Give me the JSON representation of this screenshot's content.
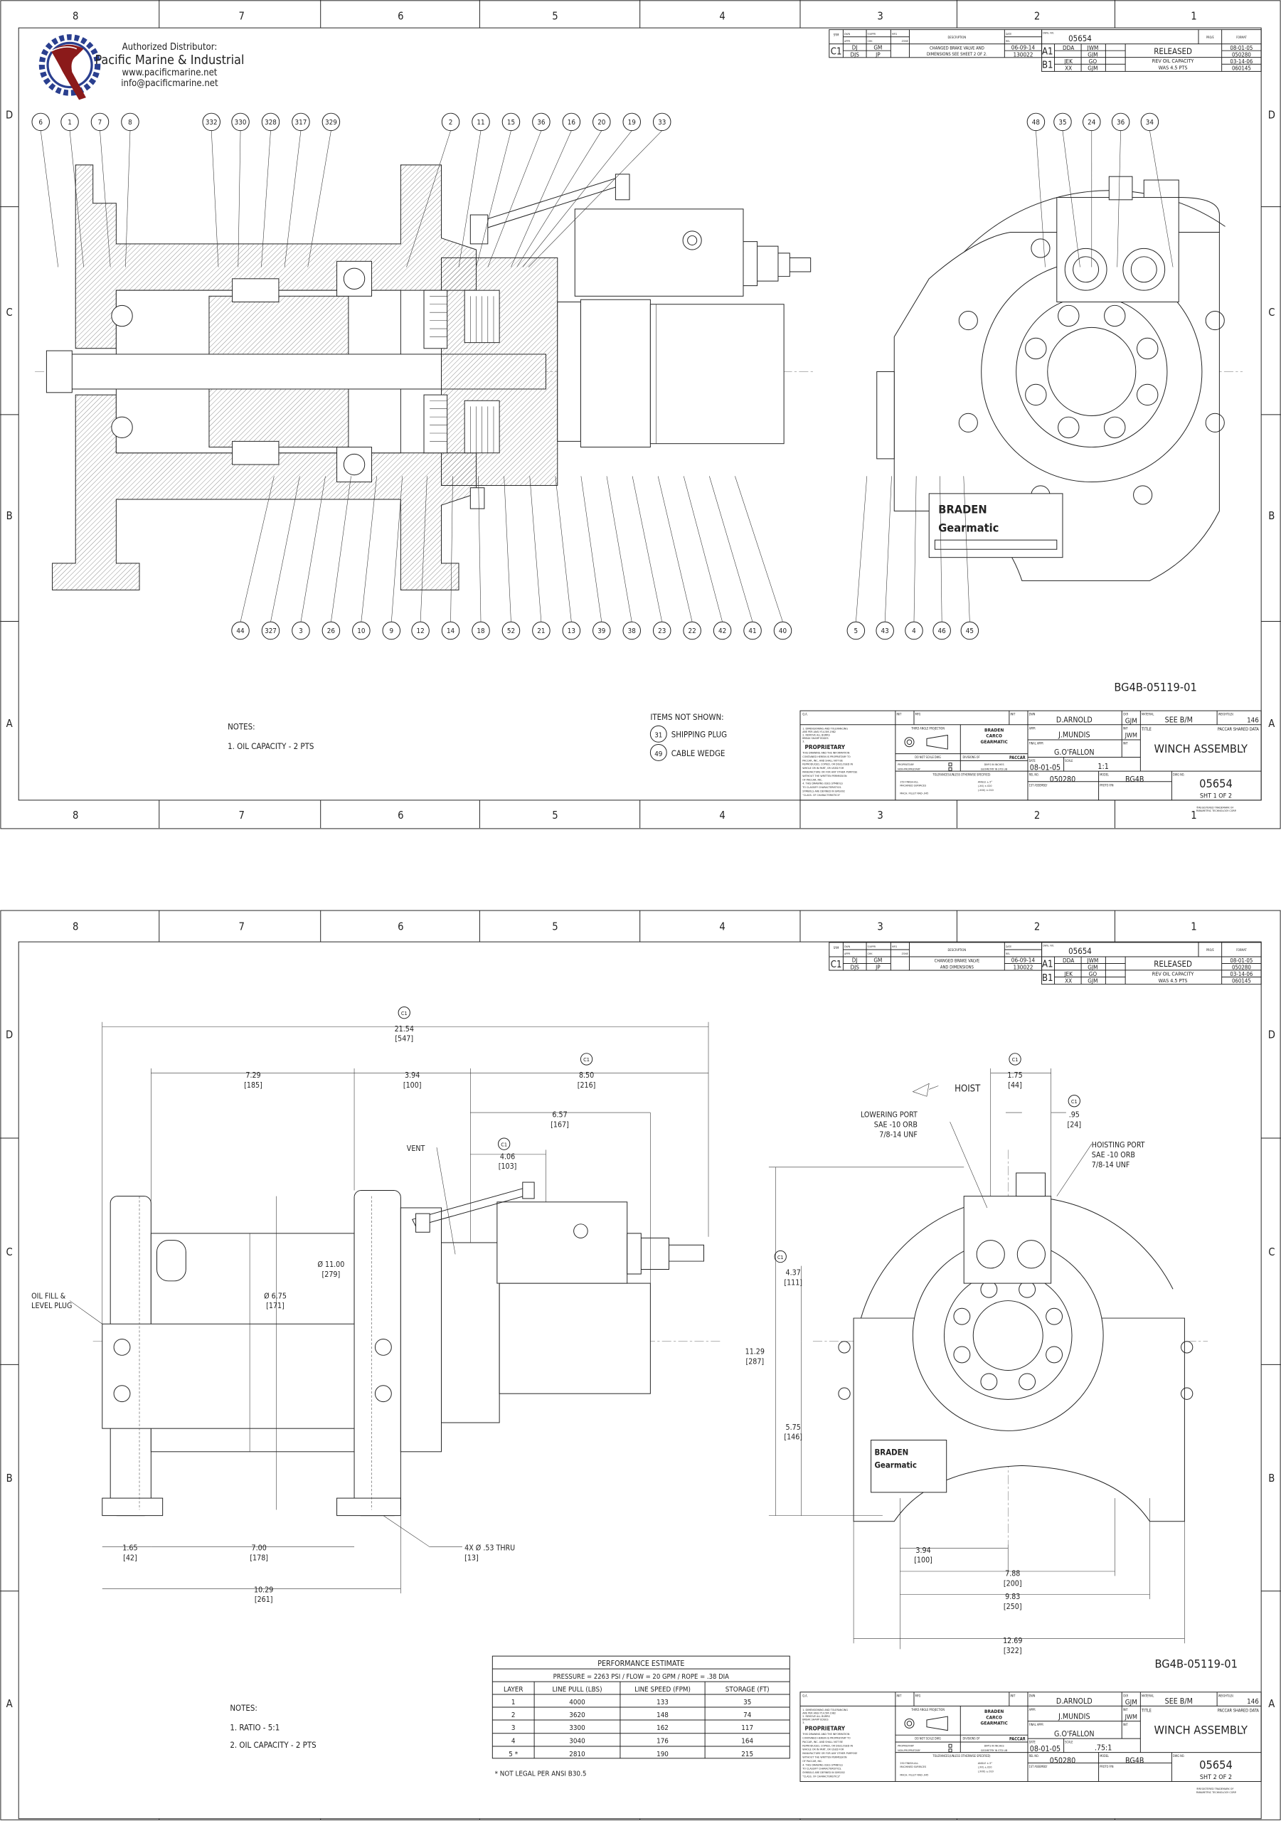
{
  "distributor": {
    "label": "Authorized Distributor:",
    "name": "Pacific Marine & Industrial",
    "web": "www.pacificmarine.net",
    "email": "info@pacificmarine.net"
  },
  "frame": {
    "columns": [
      "8",
      "7",
      "6",
      "5",
      "4",
      "3",
      "2",
      "1"
    ],
    "rows": [
      "D",
      "C",
      "B",
      "A"
    ]
  },
  "revisions": {
    "headers": {
      "sym": "SYM",
      "dwn": "DWN",
      "appr": "APPR",
      "fappr": "F/APPR",
      "chk": "CHK",
      "mfg": "MFG",
      "zone": "ZONE",
      "description": "DESCRIPTION",
      "date": "DATE",
      "rel": "REL",
      "dwg_no_label": "DWG. NO.",
      "proe": "PRO/E",
      "format": "FORMAT"
    },
    "dwg_no": "05654",
    "c1": {
      "sym": "C1",
      "dwn": "DJ",
      "appr": "DJS",
      "fappr": "GM",
      "chk": "JP",
      "date": "06-09-14",
      "rel": "130022",
      "desc_sheet1": [
        "CHANGED BRAKE VALVE AND",
        "DIMENSIONS SEE SHEET 2 OF 2."
      ],
      "desc_sheet2": [
        "CHANGED BRAKE VALVE",
        "AND DIMENSIONS"
      ]
    },
    "a1": {
      "sym": "A1",
      "dwn": "DDA",
      "appr": "",
      "fappr": "JWM",
      "chk": "GJM",
      "desc": "RELEASED",
      "date": "08-01-05",
      "rel": "050280"
    },
    "b1": {
      "sym": "B1",
      "dwn": "JEK",
      "appr": "XX",
      "fappr": "GO",
      "chk": "GJM",
      "desc": [
        "REV OIL CAPACITY",
        "WAS 4.5 PTS"
      ],
      "date": "03-14-06",
      "rel": "060145"
    }
  },
  "title_block": {
    "qa": "Q.A.",
    "init": "INIT",
    "mfg": "MFG",
    "dwn_label": "DWN",
    "dwn": "D.ARNOLD",
    "ckr_label": "CKR",
    "ckr": "GJM",
    "material_label": "MATERIAL",
    "material": "SEE B/M",
    "weight_label": "WEIGHT(LB)",
    "weight": "146",
    "appr_label": "APPR",
    "appr": "J.MUNDIS",
    "appr_init": "JWM",
    "final_appr_label": "FINAL APPR",
    "final_appr": "G.O'FALLON",
    "title_label": "TITLE",
    "shared": "PACCAR SHARED DATA",
    "title": "WINCH ASSEMBLY",
    "date_label": "DATE",
    "date": "08-01-05",
    "scale_label": "SCALE",
    "rel_label": "REL NO.",
    "rel": "050280",
    "model_label": "MODEL",
    "model": "BG4B",
    "dwg_label": "DWG NO.",
    "dwg": "05654",
    "first_assy": "1ST ASSEMBLY",
    "proto": "PROTO P/N",
    "notes": [
      "1. DIMENSIONING AND TOLERANCING",
      "ARE PER ANSI Y14.5M-1982",
      "2. REMOVE ALL BURRS",
      "BREAK SHARP EDGES",
      "3."
    ],
    "proprietary_head": "PROPRIETARY",
    "proprietary_text": [
      "THIS DRAWING AND THE INFORMATION",
      "CONTAINED HEREIN IS PROPRIETARY TO",
      "PACCAR, INC. AND SHALL NOT BE",
      "REPRODUCED, COPIED, OR DISCLOSED IN",
      "WHOLE OR IN PART, OR USED FOR",
      "MANUFACTURE OR FOR ANY OTHER PURPOSE",
      "WITHOUT THE WRITTEN PERMISSION",
      "OF PACCAR, INC.",
      "4. THIS DRAWING USES SYMBOLS",
      "TO CLASSIFY CHARACTERISTICS.",
      "SYMBOLS ARE DEFINED IN GMS002",
      "\"CLASS. OF CHARACTERISTICS\""
    ],
    "projection": "THIRD ANGLE PROJECTION",
    "no_scale": "DO NOT SCALE DWG",
    "company": [
      "BRADEN",
      "CARCO",
      "GEARMATIC"
    ],
    "divisions": "DIVISIONS OF",
    "paccar": "PACCAR",
    "prop": "PROPRIETARY",
    "nonprop": "NON-PROPRIETARY",
    "dims": "DIM'S IN INCHES",
    "geom": "GEOMETRY IN STD LIB",
    "tol_head": "TOLERANCES(UNLESS OTHERWISE SPECIFIED)",
    "finish": [
      "250 FINISH-ALL",
      "MACHINED SURFACES"
    ],
    "fillet": "MACH. FILLET RAD-.045",
    "tol": [
      "ANGLE  ±.5°",
      "(.XX)  ±.020",
      "(.XXX) ±.010"
    ],
    "trademark": [
      "®REGISTERED TRADEMARK OF",
      "PARAMETRIC TECHNOLOGY CORP."
    ]
  },
  "sheet1": {
    "scale": "1:1",
    "sheet": "SHT 1 OF 2",
    "drawing_id": "BG4B-05119-01",
    "balloons_top": [
      "6",
      "1",
      "7",
      "8",
      "332",
      "330",
      "328",
      "317",
      "329",
      "2",
      "11",
      "15",
      "36",
      "16",
      "20",
      "19",
      "33"
    ],
    "balloons_top_right": [
      "48",
      "35",
      "24",
      "36",
      "34"
    ],
    "balloons_bottom": [
      "44",
      "327",
      "3",
      "26",
      "10",
      "9",
      "12",
      "14",
      "18",
      "52",
      "21",
      "13",
      "39",
      "38",
      "23",
      "22",
      "42",
      "41",
      "40"
    ],
    "balloons_bottom_right": [
      "5",
      "43",
      "4",
      "46",
      "45"
    ],
    "notes_title": "NOTES:",
    "notes": [
      "1. OIL CAPACITY - 2 PTS"
    ],
    "items_title": "ITEMS NOT SHOWN:",
    "items": [
      {
        "num": "31",
        "label": "SHIPPING PLUG"
      },
      {
        "num": "49",
        "label": "CABLE WEDGE"
      }
    ],
    "plate": [
      "BRADEN",
      "Gearmatic"
    ]
  },
  "sheet2": {
    "scale": ".75:1",
    "sheet": "SHT 2 OF 2",
    "drawing_id": "BG4B-05119-01",
    "rev_balloon": "C1",
    "dims": {
      "overall": [
        "21.54",
        "[547]"
      ],
      "d729": [
        "7.29",
        "[185]"
      ],
      "d394a": [
        "3.94",
        "[100]"
      ],
      "d850": [
        "8.50",
        "[216]"
      ],
      "d657": [
        "6.57",
        "[167]"
      ],
      "d406": [
        "4.06",
        "[103]"
      ],
      "vent": "VENT",
      "dia1100": [
        "Ø 11.00",
        "[279]"
      ],
      "dia675": [
        "Ø 6.75",
        "[171]"
      ],
      "oil_fill": [
        "OIL FILL &",
        "LEVEL PLUG"
      ],
      "d165": [
        "1.65",
        "[42]"
      ],
      "d700": [
        "7.00",
        "[178]"
      ],
      "holes": [
        "4X Ø .53 THRU",
        "[13]"
      ],
      "d1029": [
        "10.29",
        "[261]"
      ],
      "hoist": "HOIST",
      "d175": [
        "1.75",
        "[44]"
      ],
      "d095": [
        ".95",
        "[24]"
      ],
      "lowering": [
        "LOWERING PORT",
        "SAE -10 ORB",
        "7/8-14 UNF"
      ],
      "hoisting": [
        "HOISTING PORT",
        "SAE -10 ORB",
        "7/8-14 UNF"
      ],
      "d437": [
        "4.37",
        "[111]"
      ],
      "d1129": [
        "11.29",
        "[287]"
      ],
      "d575": [
        "5.75",
        "[146]"
      ],
      "d394b": [
        "3.94",
        "[100]"
      ],
      "d788": [
        "7.88",
        "[200]"
      ],
      "d983": [
        "9.83",
        "[250]"
      ],
      "d1269": [
        "12.69",
        "[322]"
      ]
    },
    "notes_title": "NOTES:",
    "notes": [
      "1. RATIO - 5:1",
      "2. OIL CAPACITY - 2 PTS"
    ],
    "performance": {
      "title": "PERFORMANCE ESTIMATE",
      "conditions": "PRESSURE = 2263 PSI   /   FLOW = 20 GPM   /   ROPE = .38 DIA",
      "headers": [
        "LAYER",
        "LINE PULL (LBS)",
        "LINE SPEED (FPM)",
        "STORAGE (FT)"
      ],
      "rows": [
        [
          "1",
          "4000",
          "133",
          "35"
        ],
        [
          "2",
          "3620",
          "148",
          "74"
        ],
        [
          "3",
          "3300",
          "162",
          "117"
        ],
        [
          "4",
          "3040",
          "176",
          "164"
        ],
        [
          "5 *",
          "2810",
          "190",
          "215"
        ]
      ],
      "footnote": "* NOT LEGAL PER ANSI B30.5"
    },
    "plate": [
      "BRADEN",
      "Gearmatic"
    ]
  },
  "colors": {
    "logo_blue": "#2a3f8f",
    "logo_red": "#8b1a1a",
    "line": "#222222"
  }
}
